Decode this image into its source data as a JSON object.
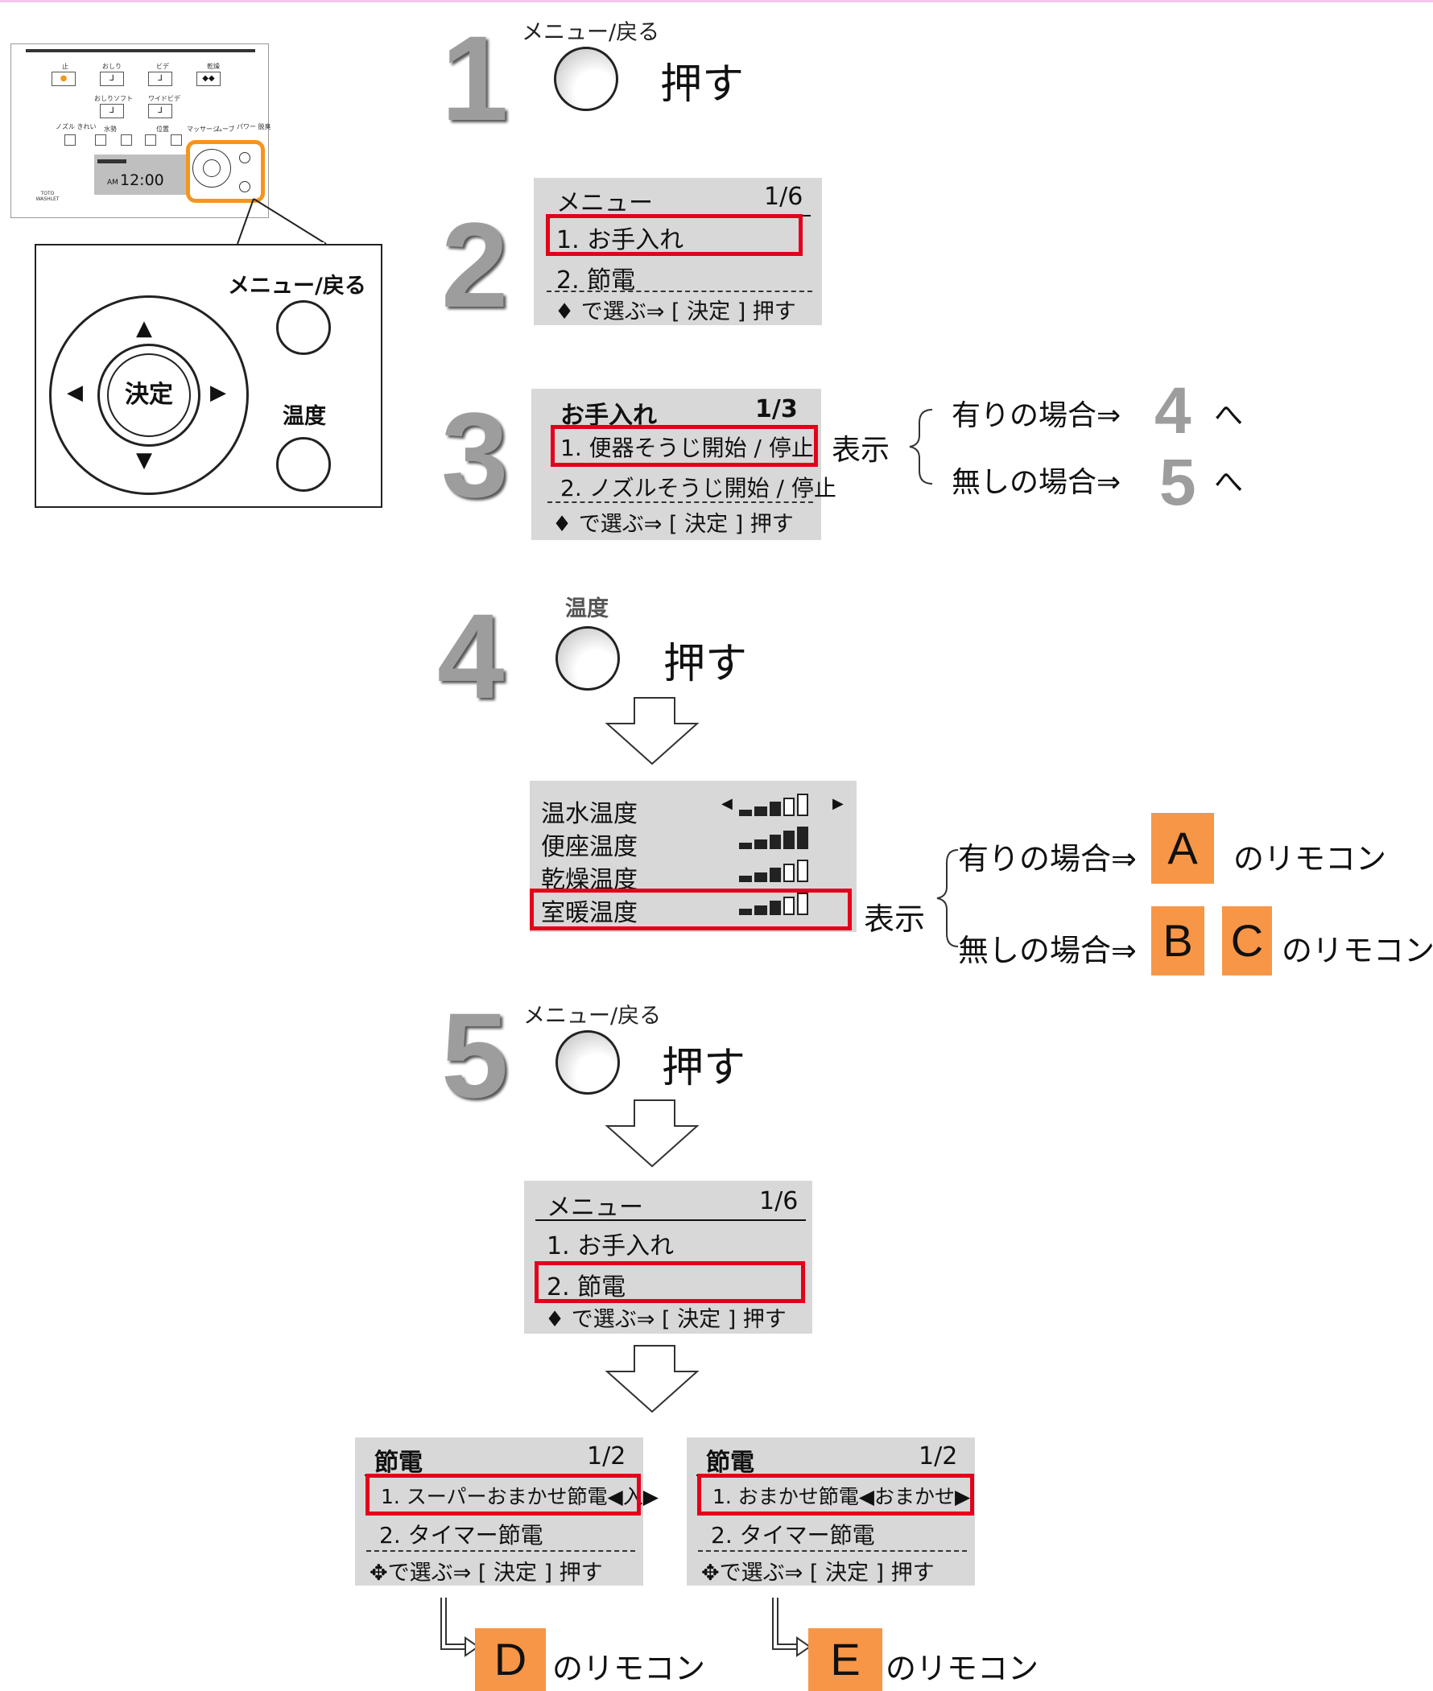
{
  "remote": {
    "buttons": [
      "止",
      "おしり",
      "ビデ",
      "乾燥",
      "おしりソフト",
      "ワイドビデ"
    ],
    "labels_small": [
      "ノズル きれい",
      "水勢",
      "位置",
      "マッサージ",
      "ムーブ",
      "パワー 脱臭"
    ],
    "time_am": "AM",
    "time": "12:00",
    "brand": "TOTO WASHLET",
    "zoom_menu_label": "メニュー/戻る",
    "zoom_ok_label": "決定",
    "zoom_temp_label": "温度"
  },
  "steps": [
    {
      "number": "1",
      "button_label": "メニュー/戻る",
      "action": "押す"
    },
    {
      "number": "2"
    },
    {
      "number": "3"
    },
    {
      "number": "4",
      "button_label": "温度",
      "action": "押す"
    },
    {
      "number": "5",
      "button_label": "メニュー/戻る",
      "action": "押す"
    }
  ],
  "menu1": {
    "title": "メニュー",
    "page": "1/6",
    "item1": "1. お手入れ",
    "item2": "2. 節電",
    "footer": "♦ で選ぶ⇒ [ 決定 ] 押す"
  },
  "care": {
    "title": "お手入れ",
    "page": "1/3",
    "item1": "1. 便器そうじ開始 / 停止",
    "item2": "2. ノズルそうじ開始 / 停止",
    "footer": "♦ で選ぶ⇒ [ 決定 ] 押す"
  },
  "branch3": {
    "display": "表示",
    "yes": "有りの場合⇒",
    "yes_target": "4",
    "no": "無しの場合⇒",
    "no_target": "5",
    "to": "へ"
  },
  "temp": {
    "rows": [
      "温水温度",
      "便座温度",
      "乾燥温度",
      "室暖温度"
    ],
    "levels": [
      3,
      5,
      3,
      3
    ],
    "max": 5
  },
  "branch4": {
    "display": "表示",
    "yes": "有りの場合⇒",
    "yes_box": "A",
    "no": "無しの場合⇒",
    "no_box1": "B",
    "no_box2": "C",
    "suffix": "のリモコン"
  },
  "menu2": {
    "title": "メニュー",
    "page": "1/6",
    "item1": "1. お手入れ",
    "item2": "2. 節電",
    "footer": "♦ で選ぶ⇒ [ 決定 ] 押す"
  },
  "save1": {
    "title": "節電",
    "page": "1/2",
    "item1": "1. スーパーおまかせ節電◀入▶",
    "item2": "2. タイマー節電",
    "footer": "✥で選ぶ⇒ [ 決定 ] 押す",
    "result_box": "D",
    "result_suffix": "のリモコン"
  },
  "save2": {
    "title": "節電",
    "page": "1/2",
    "item1": "1. おまかせ節電◀おまかせ▶",
    "item2": "2. タイマー節電",
    "footer": "✥で選ぶ⇒ [ 決定 ] 押す",
    "result_box": "E",
    "result_suffix": "のリモコン"
  },
  "colors": {
    "highlight": "#e3001b",
    "orange": "#f79646",
    "lcd": "#d8d8d8",
    "step_number": "#9d9d9d"
  }
}
